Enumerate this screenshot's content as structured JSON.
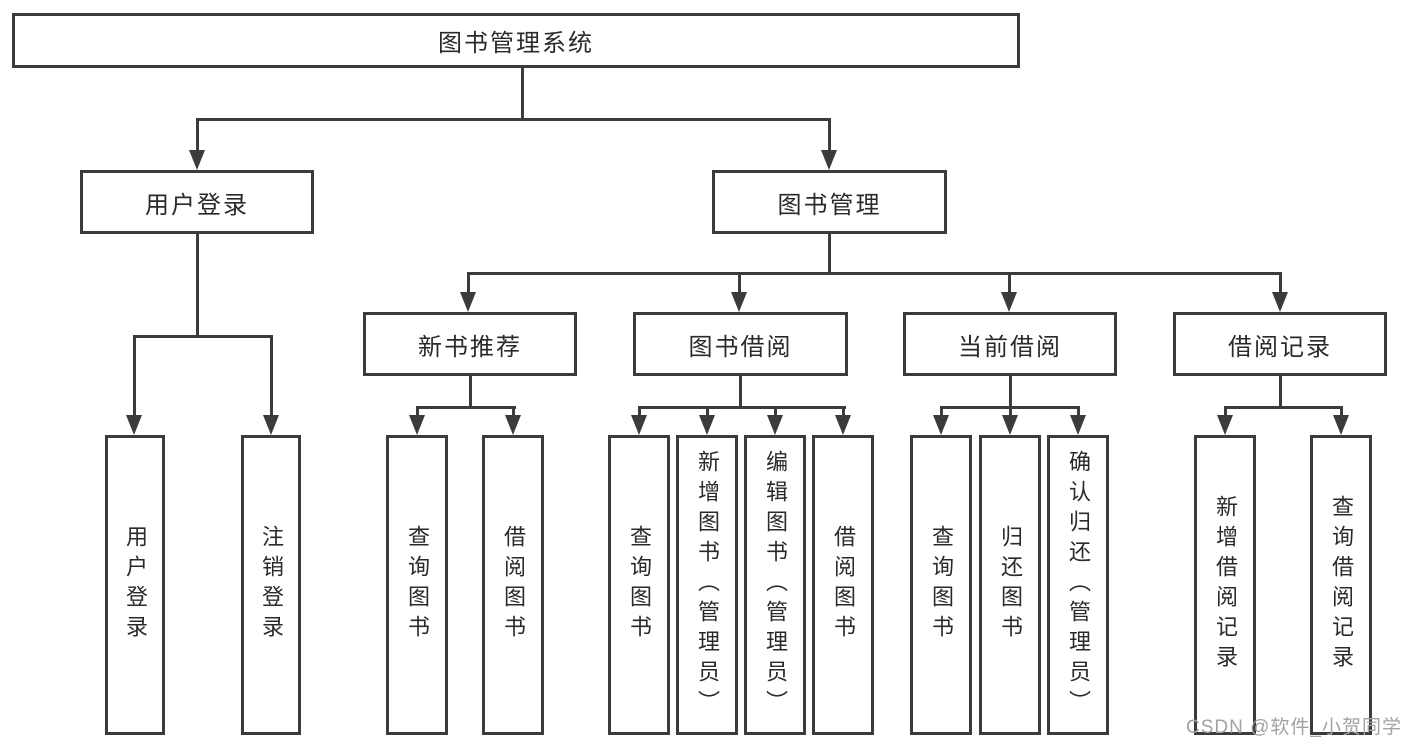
{
  "colors": {
    "line": "#3b3b3b",
    "box_border": "#3b3b3b",
    "box_fill": "#ffffff",
    "text": "#2a2a2a",
    "watermark": "#a2a2a2",
    "background": "#ffffff"
  },
  "watermark": {
    "text": "CSDN @软件_小贺同学"
  },
  "tree": {
    "root": {
      "label": "图书管理系统"
    },
    "branches": [
      {
        "label": "用户登录",
        "children": [
          {
            "label": "用户登录"
          },
          {
            "label": "注销登录"
          }
        ]
      },
      {
        "label": "图书管理",
        "children": [
          {
            "label": "新书推荐",
            "children": [
              {
                "label": "查询图书"
              },
              {
                "label": "借阅图书"
              }
            ]
          },
          {
            "label": "图书借阅",
            "children": [
              {
                "label": "查询图书"
              },
              {
                "label": "新增图书（管理员）"
              },
              {
                "label": "编辑图书（管理员）"
              },
              {
                "label": "借阅图书"
              }
            ]
          },
          {
            "label": "当前借阅",
            "children": [
              {
                "label": "查询图书"
              },
              {
                "label": "归还图书"
              },
              {
                "label": "确认归还（管理员）"
              }
            ]
          },
          {
            "label": "借阅记录",
            "children": [
              {
                "label": "新增借阅记录"
              },
              {
                "label": "查询借阅记录"
              }
            ]
          }
        ]
      }
    ]
  }
}
